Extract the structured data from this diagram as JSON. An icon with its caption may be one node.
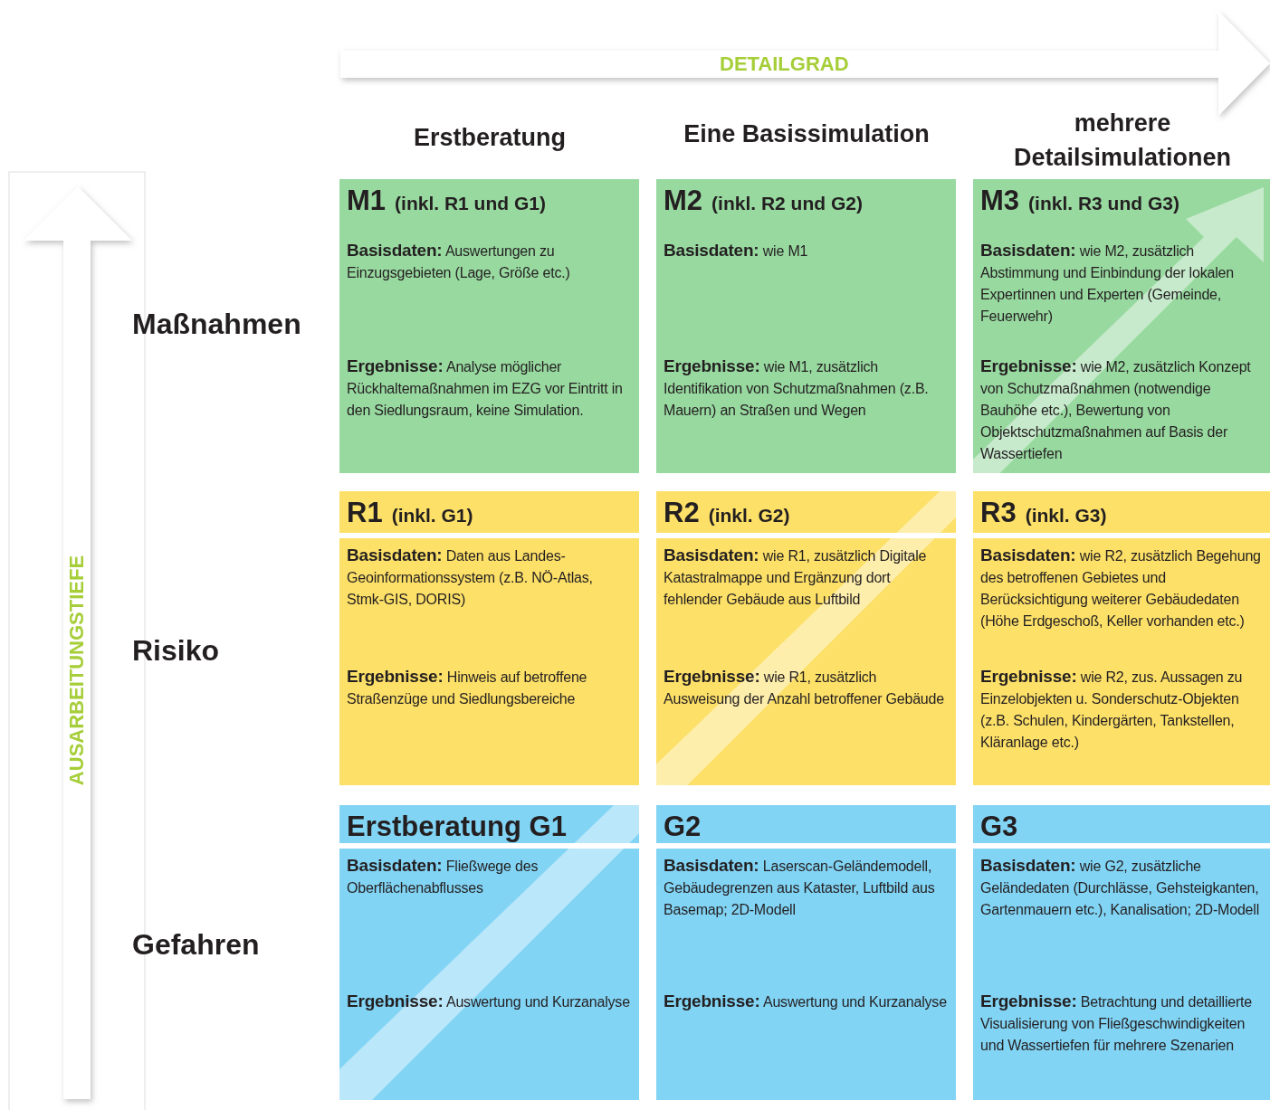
{
  "diagram": {
    "nodes": [
      {
        "text": [
          "M1 (inkl. R1 und G1)",
          "**Basisdaten:** Auswertungen zu Einzugsgebieten (Lage, Größe etc.)",
          "**Ergebnisse:** Analyse möglicher Rückhaltemaßnahmen im EZG vor Eintritt in den Siedlungsraum, keine Simulation."
        ]
      },
      {
        "text": [
          "M2 (inkl. R2 und G2)",
          "**Basisdaten:** wie M1",
          "**Ergebnisse:** wie M1, zusätzlich Identifikation von Schutzmaßnahmen (z.B. Mauern) an Straßen und Wegen"
        ]
      },
      {
        "text": [
          "M3 (inkl. R3 und G3)",
          "**Basisdaten:** wie M2, zusätzlich Abstimmung und Einbindung der lokalen Expertinnen und Experten (Gemeinde, Feuerwehr)",
          "**Ergebnisse:** wie M2, zusätzlich Konzept von Schutzmaßnahmen (notwendige Bauhöhe etc.), Bewertung von Objektschutzmaßnahmen auf Basis der Wassertiefen"
        ]
      },
      {
        "text": [
          "R1 (inkl. G1)",
          "**Basisdaten:** Daten aus Landes-Geoinformationssystem (z.B. NÖ-Atlas, Stmk-GIS, DORIS)",
          "**Ergebnisse:** Hinweis auf betroffene Straßenzüge und Siedlungsbereiche"
        ]
      },
      {
        "text": [
          "R2 (inkl. G2)",
          "**Basisdaten:** wie R1, zusätzlich Digitale Katastralmappe und Ergänzung dort fehlender Gebäude aus Luftbild",
          "**Ergebnisse:** wie R1, zusätzlich Ausweisung der Anzahl betroffener Gebäude"
        ]
      },
      {
        "text": [
          "R3 (inkl. G3)",
          "**Basisdaten:** wie R2, zusätzlich Begehung des betroffenen Gebietes und Berücksichtigung weiterer Gebäudedaten (Höhe Erdgeschoß, Keller vorhanden etc.)",
          "**Ergebnisse:** wie R2, zus. Aussagen zu Einzelobjekten u. Sonderschutz-Objekten (z.B. Schulen, Kindergärten, Tankstellen, Kläranlage etc.)"
        ]
      },
      {
        "text": [
          "Erstberatung G1",
          "**Basisdaten:** Fließwege des Oberflächenabflusses",
          "**Ergebnisse:** Auswertung und Kurzanalyse"
        ]
      },
      {
        "text": [
          "G2",
          "**Basisdaten:** Laserscan-Geländemodell, Gebäudegrenzen aus Kataster, Luftbild aus Basemap; 2D-Modell",
          "**Ergebnisse:** Auswertung und Kurzanalyse"
        ]
      },
      {
        "text": [
          "G3",
          "**Basisdaten:** wie G2, zusätzliche Geländedaten (Durchlässe, Gehsteigkanten, Gartenmauern etc.), Kanalisation; 2D-Modell",
          "**Ergebnisse:** Betrachtung und detaillierte Visualisierung von Fließgeschwindigkeiten und Wassertiefen für mehrere Szenarien"
        ]
      }
    ],
    "labels": [
      "DETAILGRAD",
      "Erstberatung",
      "Eine Basissimulation",
      "mehrere Detailsimulationen",
      "AUSARBEITUNGSTIEFE",
      "Maßnahmen",
      "Risiko",
      "Gefahren"
    ]
  }
}
